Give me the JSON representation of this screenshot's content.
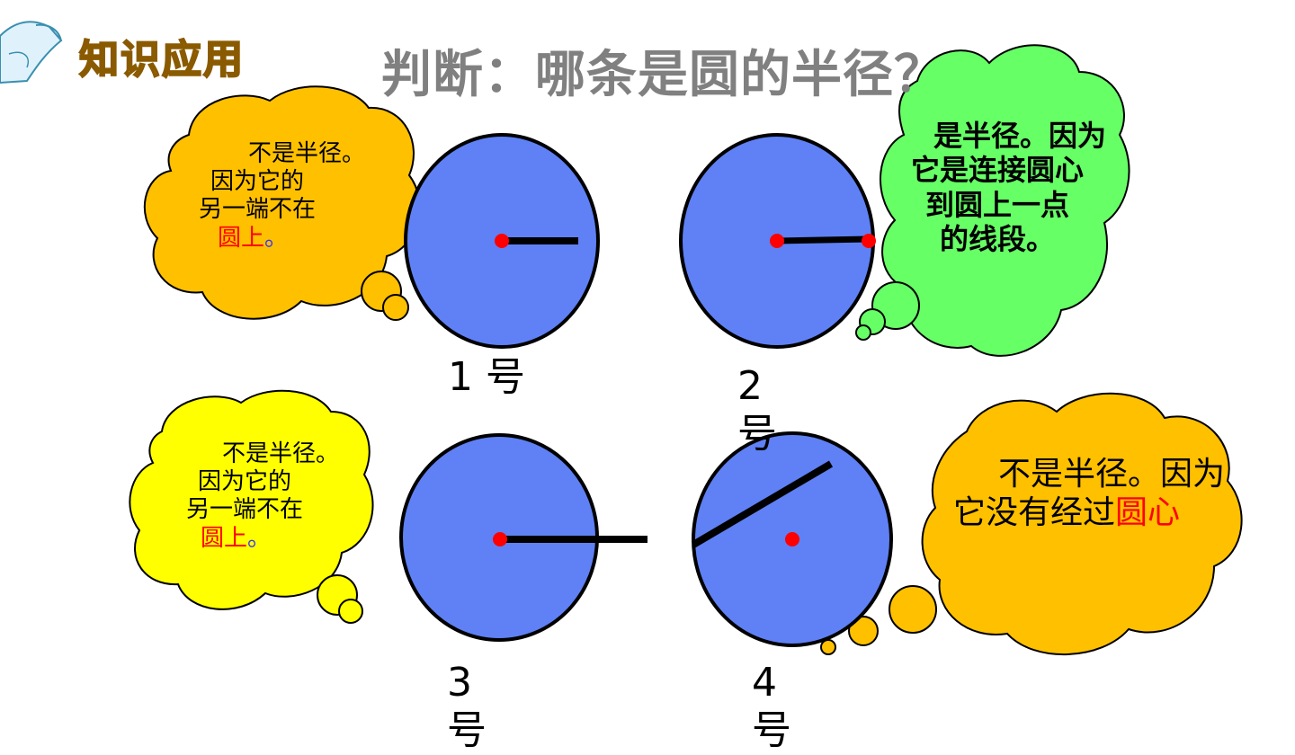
{
  "header": {
    "badge": "知识应用",
    "title": "判断：哪条是圆的半径？"
  },
  "labels": {
    "c1": [
      "1 号"
    ],
    "c2": [
      "2",
      "号"
    ],
    "c3": [
      "3",
      "号"
    ],
    "c4": [
      "4",
      "号"
    ]
  },
  "bubbles": {
    "b1": {
      "l1": "不是半径。",
      "l2": "因为它的",
      "l3": "另一端不在",
      "l4_red": "圆上",
      "l4_end": "。"
    },
    "b2": {
      "l1": "是半径。因为",
      "l2": "它是连接圆心",
      "l3": "到圆上一点",
      "l4": "的线段。"
    },
    "b3": {
      "l1": "不是半径。",
      "l2": "因为它的",
      "l3": "另一端不在",
      "l4_red": "圆上",
      "l4_end": "。"
    },
    "b4": {
      "l1": "不是半径。因为",
      "l2_pre": "它没有经过",
      "l2_red": "圆心"
    }
  },
  "colors": {
    "circle_fill": "#5f81f5",
    "bubble_orange": "#ffc000",
    "bubble_green": "#66ff66",
    "bubble_yellow": "#ffff00",
    "center_dot": "#ff0000"
  }
}
